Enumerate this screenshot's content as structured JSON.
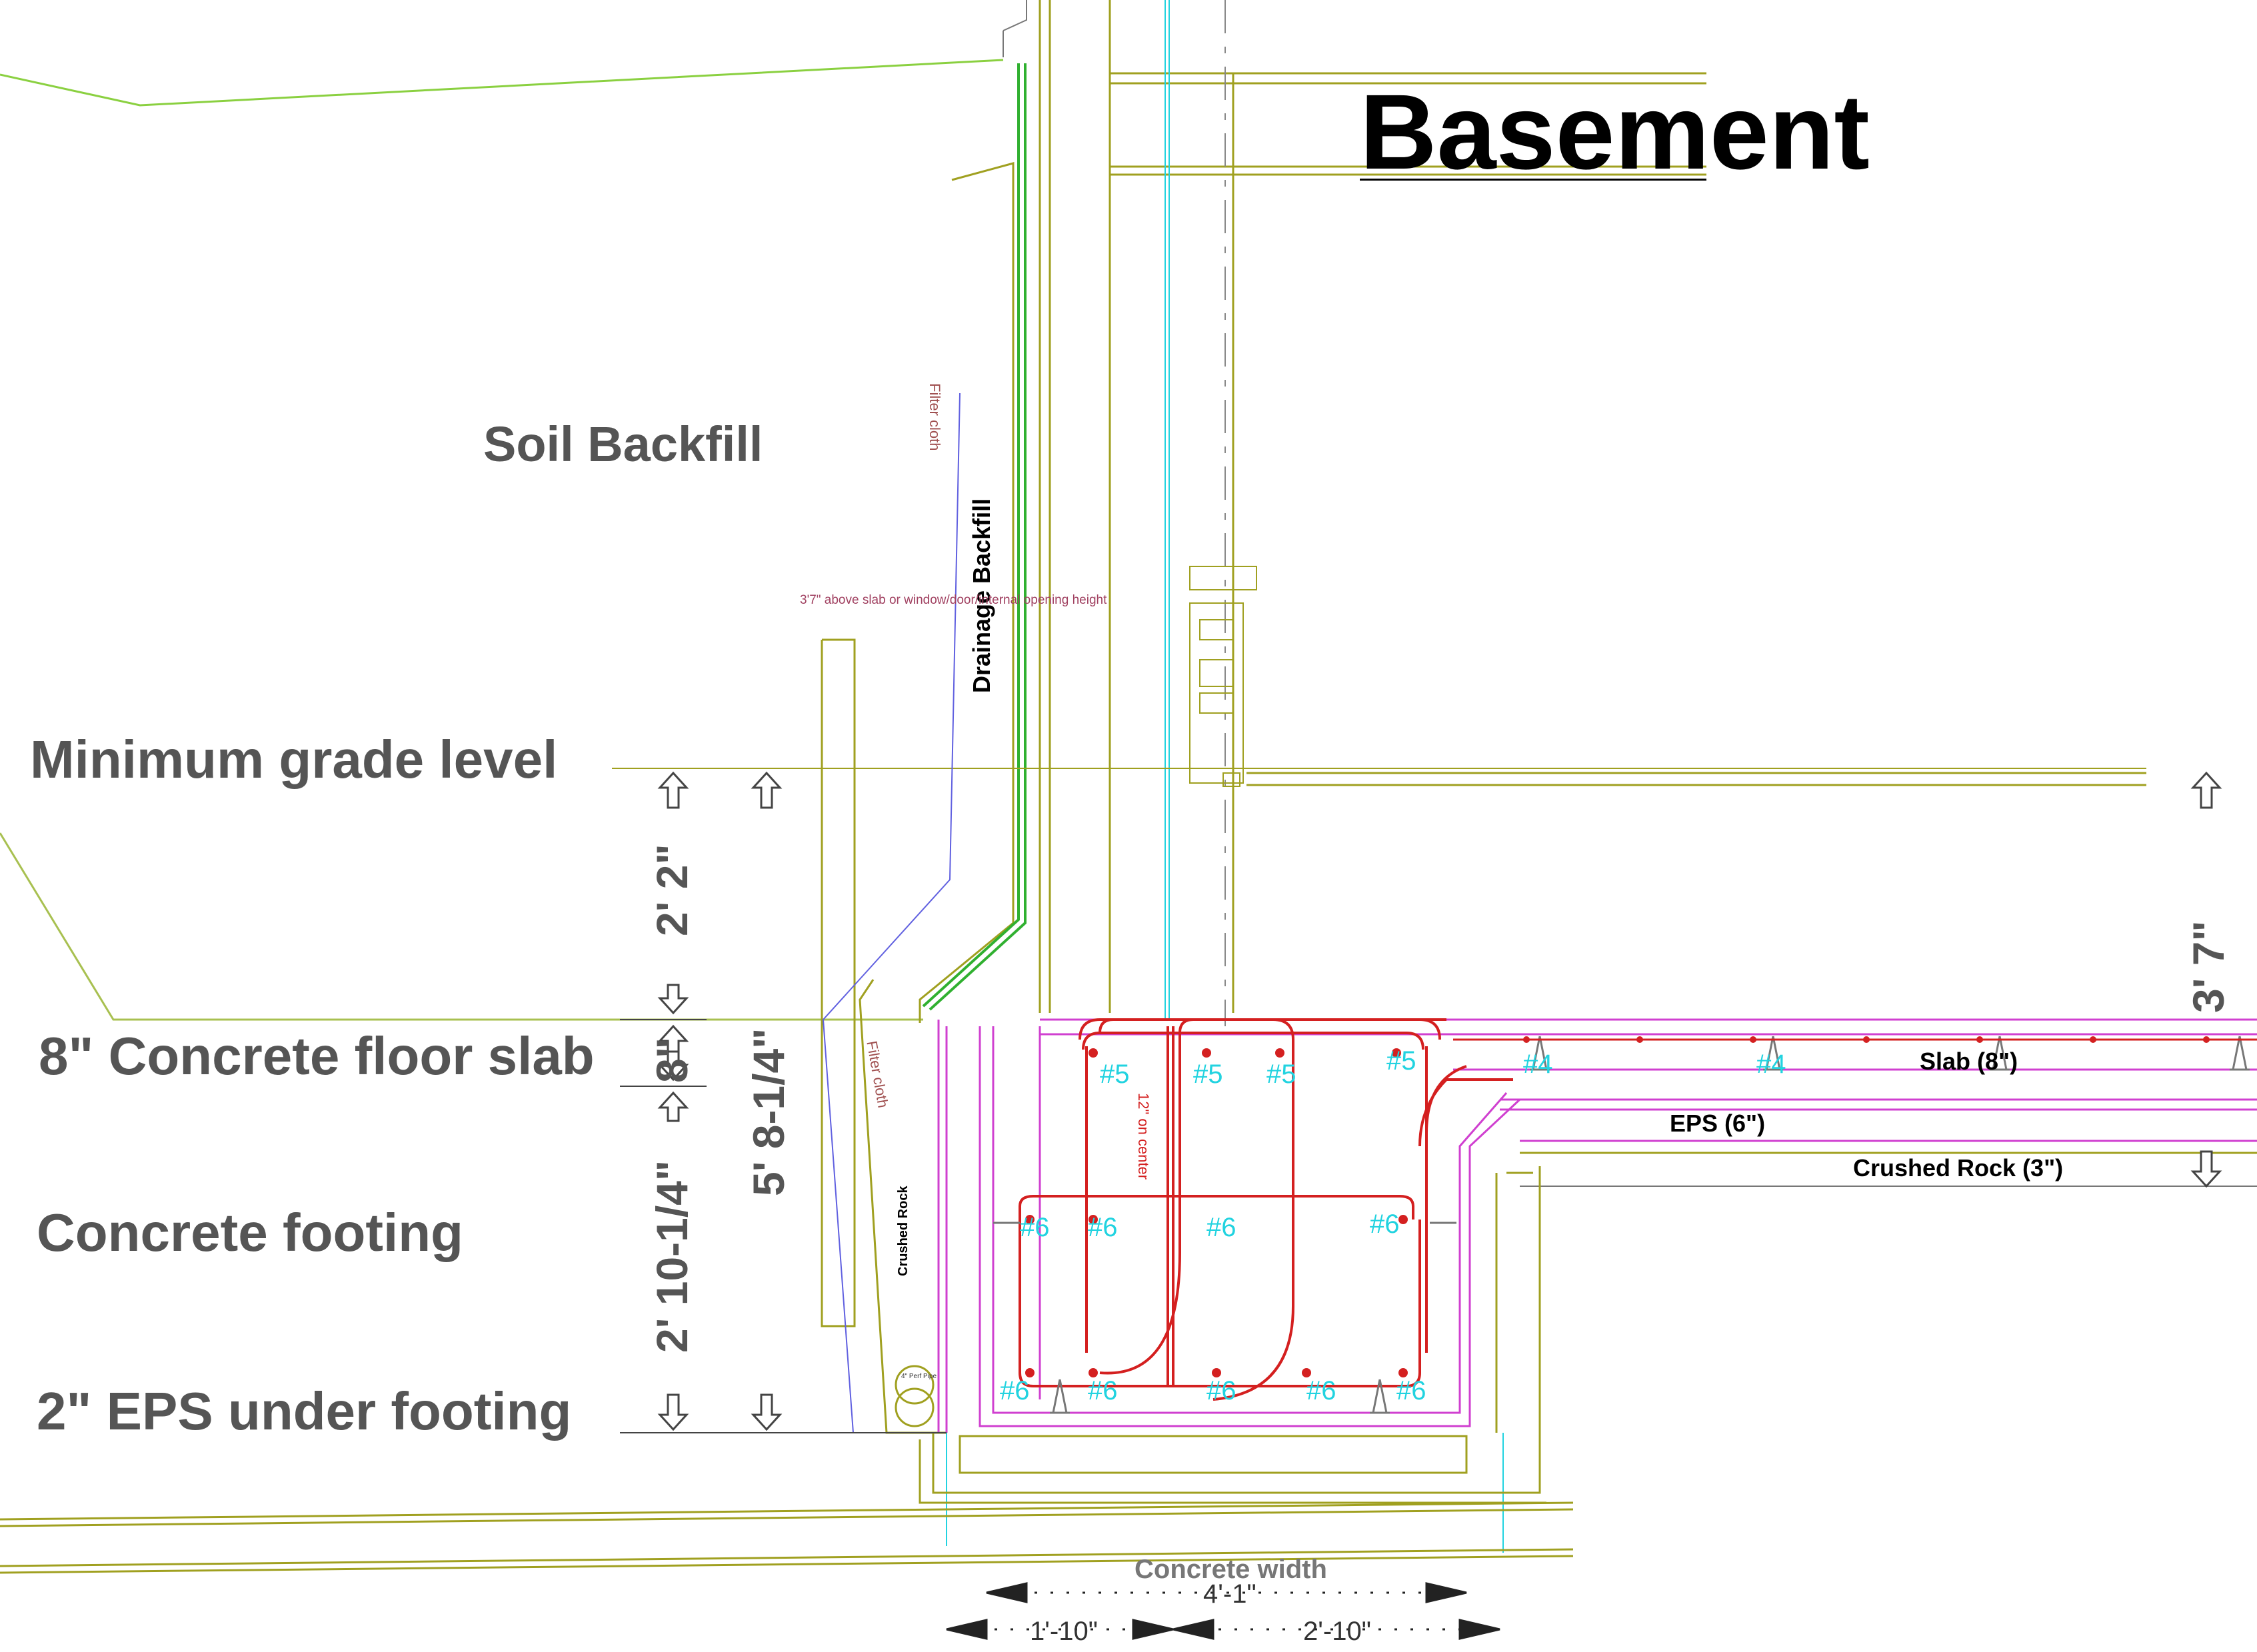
{
  "title": "Basement",
  "labels": {
    "soil_backfill": "Soil Backfill",
    "drainage_backfill": "Drainage Backfill",
    "filter_cloth_upper": "Filter cloth",
    "filter_cloth_lower": "Filter cloth",
    "opening_note": "3'7\" above slab or window/door/internal opening height",
    "minimum_grade": "Minimum grade level",
    "floor_slab": "8\" Concrete floor slab",
    "concrete_footing": "Concrete footing",
    "eps_under_footing": "2\" EPS under footing",
    "crushed_rock_vertical": "Crushed Rock",
    "perf_pipe": "4\" Perf Pipe",
    "slab_8": "Slab (8\")",
    "eps_6": "EPS (6\")",
    "crushed_rock_3": "Crushed Rock (3\")",
    "concrete_width": "Concrete width",
    "rebar_spacing": "12\" on center"
  },
  "dimensions": {
    "d_2_2": "2' 2\"",
    "d_8": "8\"",
    "d_2_10_1_4": "2' 10-1/4\"",
    "d_5_8_1_4": "5' 8-1/4\"",
    "d_3_7": "3' 7\"",
    "d_4_1": "4'-1\"",
    "d_1_10": "1'-10\"",
    "d_2_10": "2'-10\""
  },
  "rebar": {
    "n4": "#4",
    "n5": "#5",
    "n6": "#6"
  },
  "colors": {
    "rebar": "#d42020",
    "formwork": "#d040d0",
    "eps": "#a0a020",
    "wall": "#30b030",
    "bar_label": "#22d3e0"
  }
}
